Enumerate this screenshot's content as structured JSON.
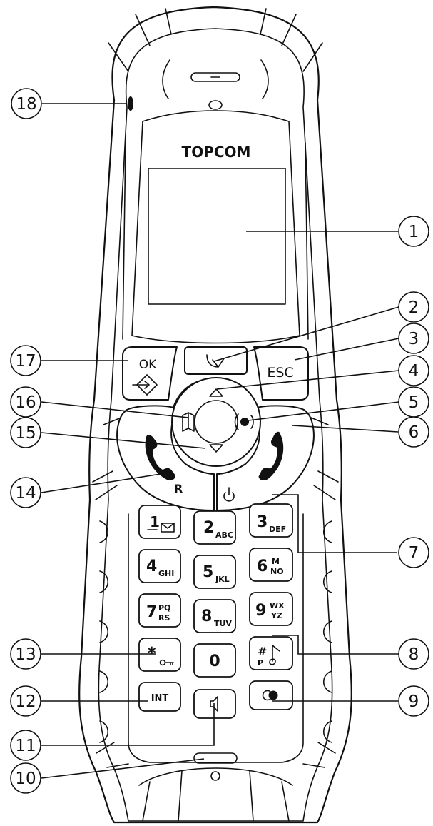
{
  "brand": "TOPCOM",
  "keys": {
    "ok": "OK",
    "esc": "ESC",
    "r": "R",
    "int": "INT",
    "k1": {
      "digit": "1",
      "sub": ""
    },
    "k2": {
      "digit": "2",
      "sub": "ABC"
    },
    "k3": {
      "digit": "3",
      "sub": "DEF"
    },
    "k4": {
      "digit": "4",
      "sub": "GHI"
    },
    "k5": {
      "digit": "5",
      "sub": "JKL"
    },
    "k6": {
      "digit": "6",
      "sub1": "M",
      "sub2": "NO"
    },
    "k7": {
      "digit": "7",
      "sub1": "PQ",
      "sub2": "RS"
    },
    "k8": {
      "digit": "8",
      "sub": "TUV"
    },
    "k9": {
      "digit": "9",
      "sub1": "WX",
      "sub2": "YZ"
    },
    "k0": {
      "digit": "0"
    },
    "star": {
      "sym": "*"
    },
    "hash": {
      "sym": "#",
      "sub": "P"
    }
  },
  "callouts": [
    {
      "n": "1"
    },
    {
      "n": "2"
    },
    {
      "n": "3"
    },
    {
      "n": "4"
    },
    {
      "n": "5"
    },
    {
      "n": "6"
    },
    {
      "n": "7"
    },
    {
      "n": "8"
    },
    {
      "n": "9"
    },
    {
      "n": "10"
    },
    {
      "n": "11"
    },
    {
      "n": "12"
    },
    {
      "n": "13"
    },
    {
      "n": "14"
    },
    {
      "n": "15"
    },
    {
      "n": "16"
    },
    {
      "n": "17"
    },
    {
      "n": "18"
    }
  ]
}
